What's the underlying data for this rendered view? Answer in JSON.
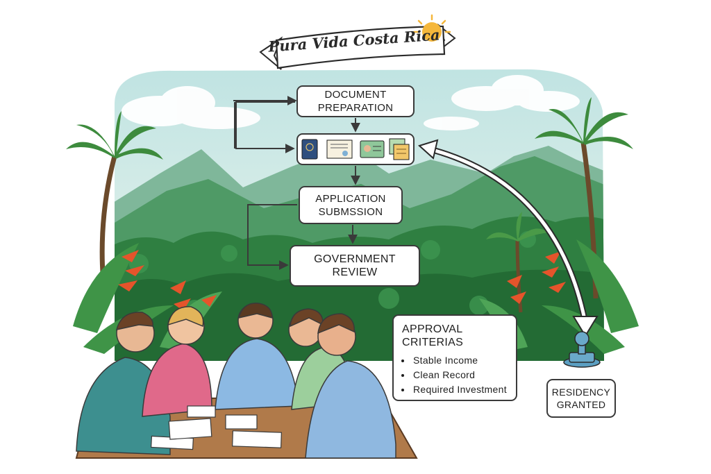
{
  "banner": {
    "title": "Pura Vida Costa Rica"
  },
  "flow": {
    "step1": {
      "line1": "DOCUMENT",
      "line2": "PREPARATION"
    },
    "step2": {
      "icons": [
        "passport-icon",
        "certificate-icon",
        "id-card-icon",
        "records-icon"
      ]
    },
    "step3": {
      "line1": "APPLICATION",
      "line2": "SUBMSSION"
    },
    "step4": {
      "label": "GOVERNMENT REVIEW"
    }
  },
  "criteria": {
    "title": "APPROVAL CRITERIAS",
    "items": [
      "Stable Income",
      "Clean Record",
      "Required Investment"
    ]
  },
  "residency": {
    "line1": "RESIDENCY",
    "line2": "GRANTED"
  },
  "colors": {
    "sky": "#dcefe8",
    "mountain_dark": "#3f8a57",
    "mountain_mid": "#5aa36a",
    "jungle": "#2f7a3d",
    "palm": "#3d8b3d",
    "flower": "#e5542b",
    "arrow": "#ffffff",
    "outline": "#3a3a3a",
    "stamp": "#6aa9c9"
  }
}
